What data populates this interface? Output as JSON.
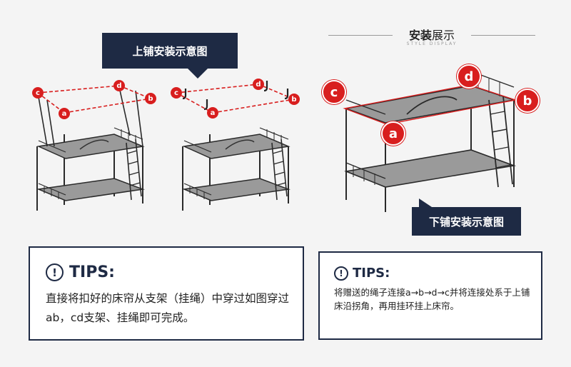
{
  "top_banner": {
    "label": "上铺安装示意图"
  },
  "bottom_banner": {
    "label": "下铺安装示意图"
  },
  "header": {
    "title_bold": "安装",
    "title_rest": "展示",
    "subtitle": "STYLE DISPLAY"
  },
  "diagram_labels": {
    "a": "a",
    "b": "b",
    "c": "c",
    "d": "d"
  },
  "tips_left": {
    "heading": "TIPS:",
    "text": "直接将扣好的床帘从支架（挂绳）中穿过如图穿过ab，cd支架、挂绳即可完成。"
  },
  "tips_right": {
    "heading": "TIPS:",
    "text": "将赠送的绳子连接a→b→d→c并将连接处系于上铺床沿拐角，再用挂环挂上床帘。"
  },
  "colors": {
    "navy": "#1e2a44",
    "red": "#d81e1e",
    "frame": "#2a2a2a",
    "mattress": "#9a9a9a"
  },
  "icons": [
    "exclamation-circle-icon",
    "hook-icon"
  ]
}
